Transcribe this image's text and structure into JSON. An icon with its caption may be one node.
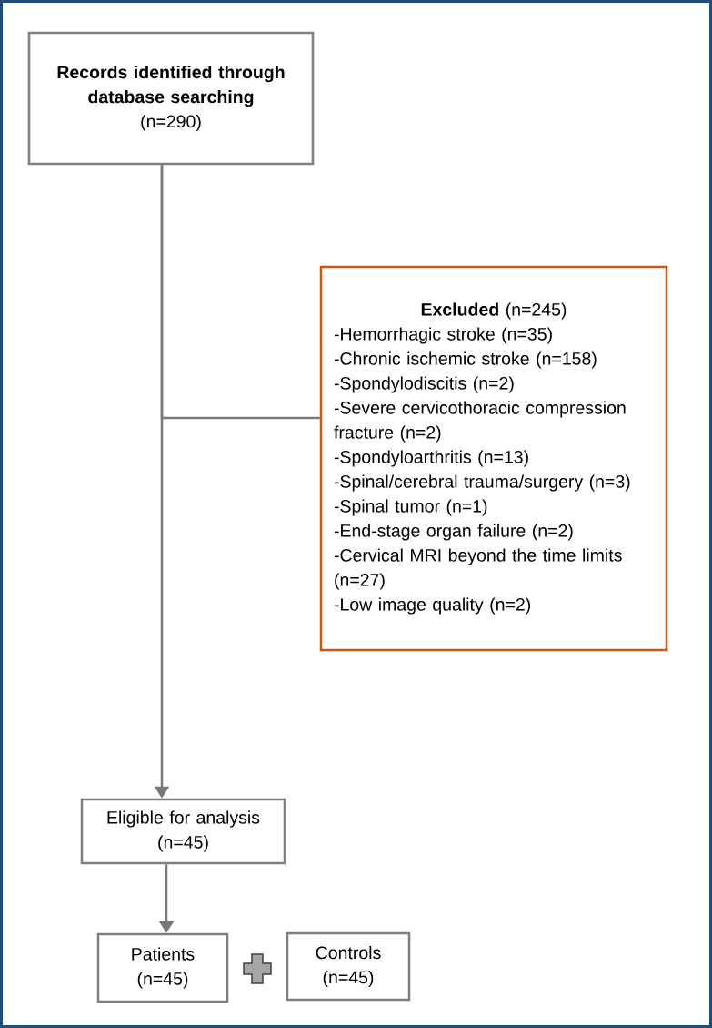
{
  "diagram": {
    "nodes": [
      {
        "text": [
          "Records identified through database searching",
          "(n=290)"
        ]
      },
      {
        "text": [
          "**Excluded** (n=245)",
          "-Hemorrhagic stroke (n=35)",
          "-Chronic ischemic stroke (n=158)",
          "-Spondylodiscitis (n=2)",
          "-Severe cervicothoracic compression fracture (n=2)",
          "-Spondyloarthritis (n=13)",
          "-Spinal/cerebral trauma/surgery (n=3)",
          "-Spinal tumor (n=1)",
          "-End-stage organ failure (n=2)",
          "-Cervical MRI beyond the time limits (n=27)",
          "-Low image quality (n=2)"
        ]
      },
      {
        "text": [
          "Eligible for analysis",
          "(n=45)"
        ]
      },
      {
        "text": [
          "Patients",
          "(n=45)"
        ]
      },
      {
        "text": [
          "Controls",
          "(n=45)"
        ]
      }
    ],
    "edges": [
      {
        "from": 0,
        "to": 2,
        "arrow": "to"
      },
      {
        "from": 0,
        "to": 1,
        "arrow": "none"
      },
      {
        "from": 2,
        "to": 3,
        "arrow": "to"
      }
    ]
  }
}
